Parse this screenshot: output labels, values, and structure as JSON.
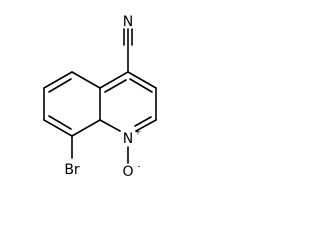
{
  "diagram": {
    "type": "chemical-structure",
    "atoms": {
      "nitrile_n": {
        "symbol": "N"
      },
      "bromine": {
        "symbol": "Br"
      },
      "ring_n": {
        "symbol": "N",
        "charge": "+"
      },
      "oxide_o": {
        "symbol": "O",
        "charge": "-"
      }
    },
    "colors": {
      "bond": "#000000",
      "text": "#000000",
      "background": "#ffffff"
    }
  }
}
